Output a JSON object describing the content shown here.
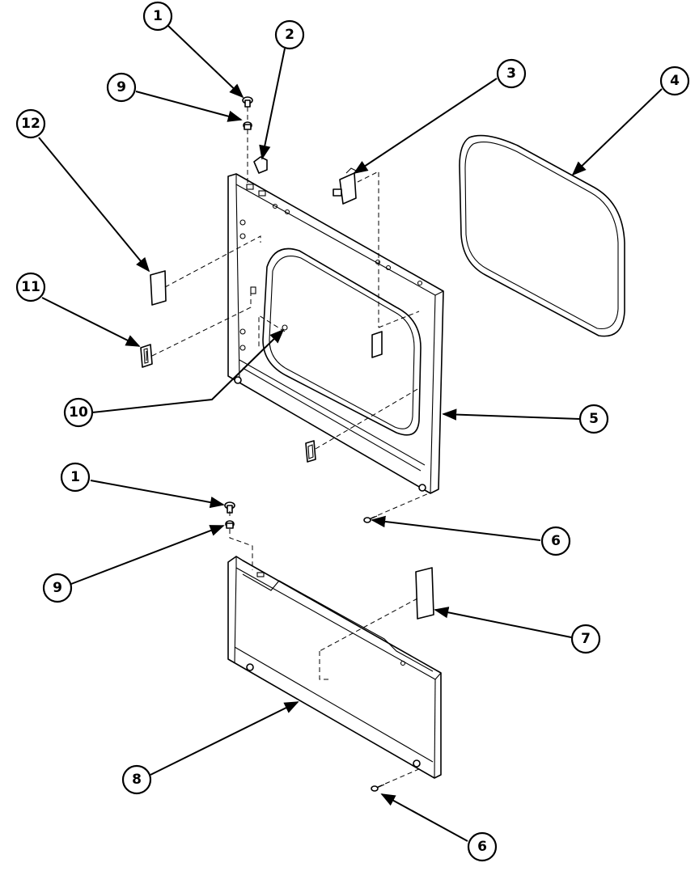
{
  "callouts": [
    {
      "id": "c1a",
      "label": "1"
    },
    {
      "id": "c2",
      "label": "2"
    },
    {
      "id": "c3",
      "label": "3"
    },
    {
      "id": "c4",
      "label": "4"
    },
    {
      "id": "c9a",
      "label": "9"
    },
    {
      "id": "c12",
      "label": "12"
    },
    {
      "id": "c11",
      "label": "11"
    },
    {
      "id": "c10",
      "label": "10"
    },
    {
      "id": "c5",
      "label": "5"
    },
    {
      "id": "c1b",
      "label": "1"
    },
    {
      "id": "c6a",
      "label": "6"
    },
    {
      "id": "c9b",
      "label": "9"
    },
    {
      "id": "c7",
      "label": "7"
    },
    {
      "id": "c8",
      "label": "8"
    },
    {
      "id": "c6b",
      "label": "6"
    }
  ]
}
